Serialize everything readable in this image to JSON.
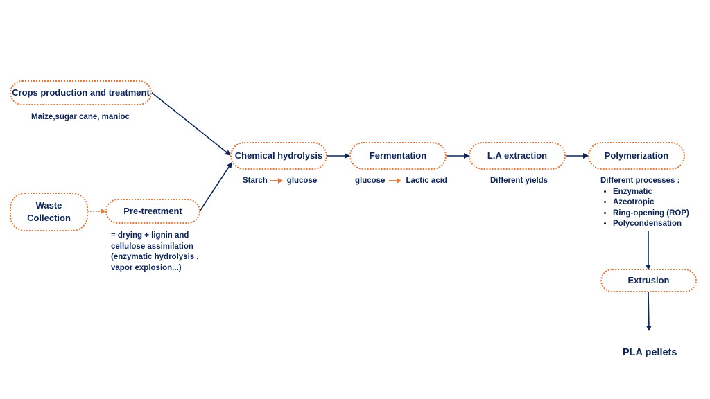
{
  "nodes": {
    "crops": "Crops production and treatment",
    "waste": "Waste Collection",
    "pretreatment": "Pre-treatment",
    "hydrolysis": "Chemical hydrolysis",
    "fermentation": "Fermentation",
    "extraction": "L.A extraction",
    "polymerization": "Polymerization",
    "extrusion": "Extrusion"
  },
  "notes": {
    "crops": "Maize,sugar cane, manioc",
    "pretreatment_lines": [
      "= drying + lignin and",
      "cellulose assimilation",
      "(enzymatic hydrolysis ,",
      "vapor explosion...)"
    ],
    "hydrolysis_from": "Starch",
    "hydrolysis_to": "glucose",
    "fermentation_from": "glucose",
    "fermentation_to": "Lactic acid",
    "extraction": "Different yields",
    "polymerization_title": "Different processes :",
    "polymerization_items": [
      "Enzymatic",
      "Azeotropic",
      "Ring-opening (ROP)",
      "Polycondensation"
    ]
  },
  "result": "PLA pellets",
  "colors": {
    "border": "#e07a3c",
    "arrow": "#0d2557",
    "text": "#0d2557"
  }
}
